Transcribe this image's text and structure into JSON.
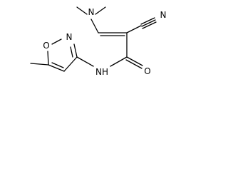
{
  "molecule": {
    "atoms": {
      "n_amine": "N",
      "n_amide": "NH",
      "n_ring": "N",
      "o_ring": "O",
      "o_carbonyl": "O",
      "n_nitrile": "N"
    }
  }
}
